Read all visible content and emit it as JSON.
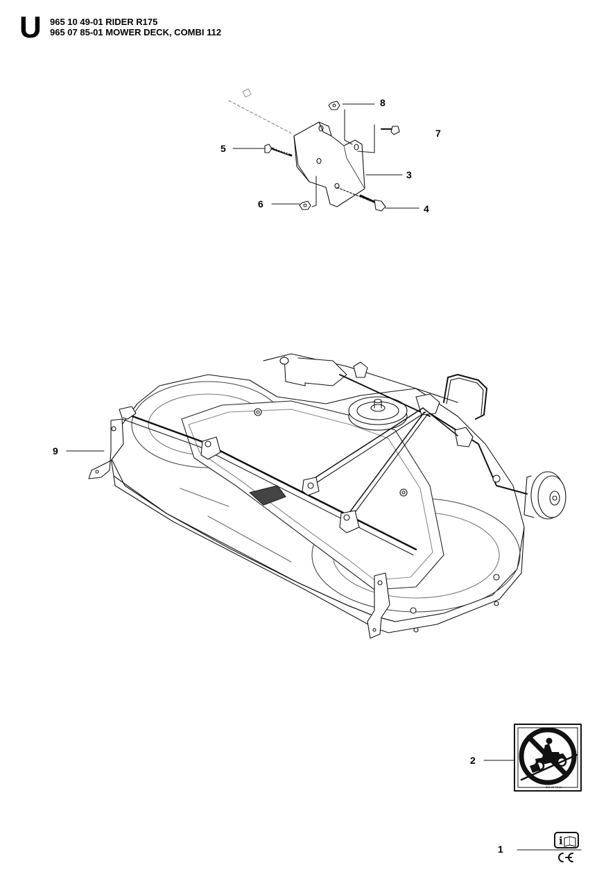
{
  "header": {
    "section_letter": "U",
    "line1": "965 10 49-01 RIDER R175",
    "line2": "965 07 85-01 MOWER DECK, COMBI 112"
  },
  "callouts": {
    "c1": "1",
    "c2": "2",
    "c3": "3",
    "c4": "4",
    "c5": "5",
    "c6": "6",
    "c7": "7",
    "c8": "8",
    "c9": "9"
  },
  "sticker": {
    "code": "531 02 78-01"
  },
  "icons": [
    "manual-info-icon",
    "ce-mark-icon",
    "no-slope-warning-icon"
  ]
}
